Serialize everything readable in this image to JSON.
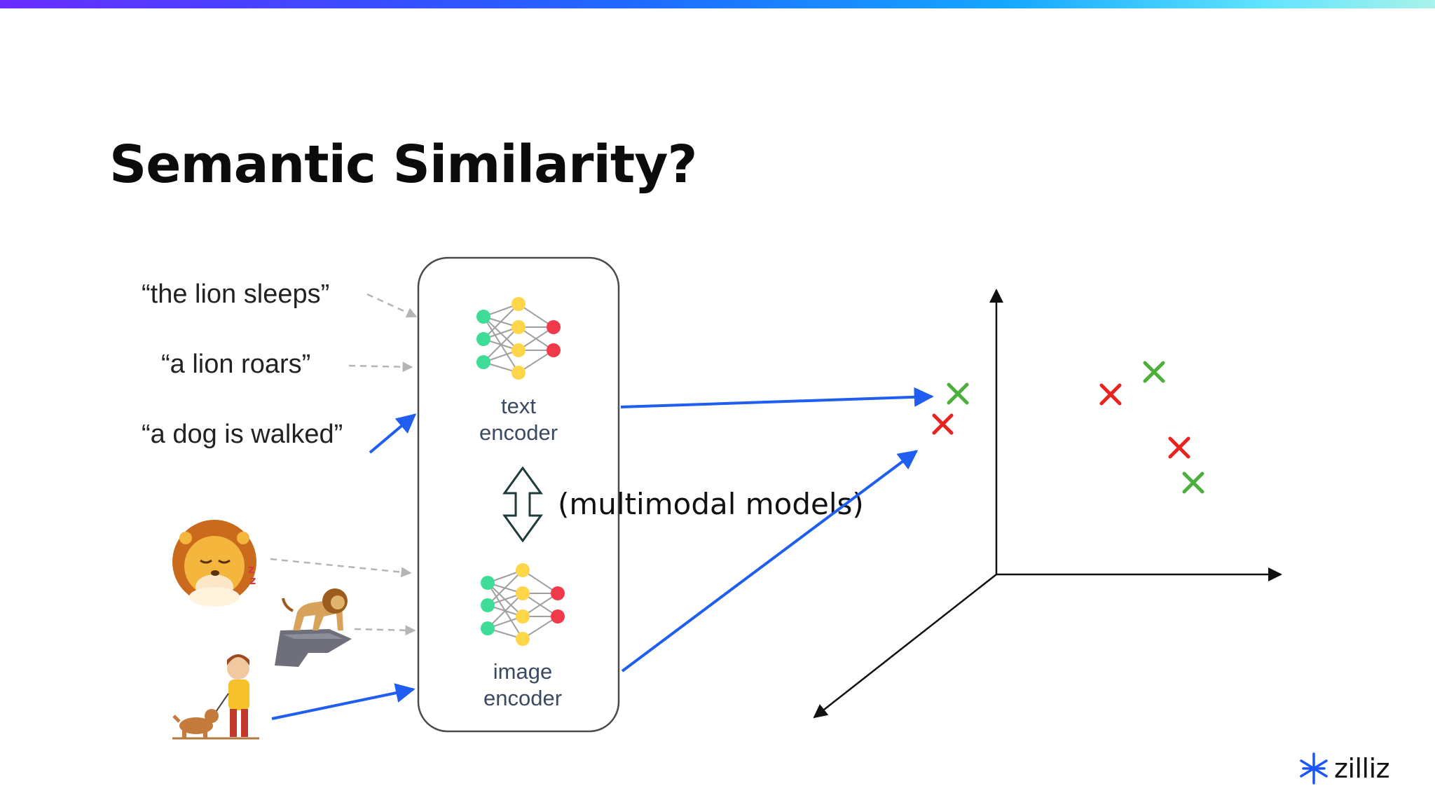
{
  "slide": {
    "title": "Semantic Similarity?"
  },
  "inputs": {
    "texts": [
      "“the lion sleeps”",
      "“a lion roars”",
      "“a dog is walked”"
    ],
    "images": [
      "sleeping-lion-icon",
      "roaring-lion-icon",
      "girl-walking-dog-icon"
    ]
  },
  "model": {
    "text_encoder_line1": "text",
    "text_encoder_line2": "encoder",
    "image_encoder_line1": "image",
    "image_encoder_line2": "encoder",
    "note": "(multimodal models)"
  },
  "embedding_space": {
    "marker_colors": {
      "similar": "#4caf3a",
      "dissimilar": "#e8231f"
    }
  },
  "brand": {
    "name": "zilliz",
    "accent": "#1a56ff"
  },
  "colors": {
    "arrow": "#1f5ef0",
    "dashed": "#b5b5b5",
    "box_border": "#4a4a4a"
  }
}
